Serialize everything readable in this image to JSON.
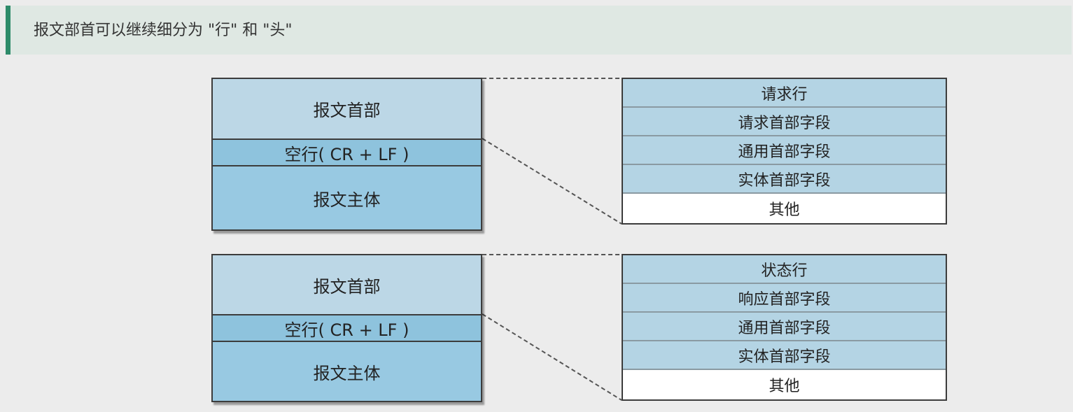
{
  "banner": {
    "title": "报文部首可以继续细分为 \"行\" 和 \"头\""
  },
  "request": {
    "message": {
      "header": "报文首部",
      "blank_line": "空行( CR + LF )",
      "body": "报文主体"
    },
    "fields": [
      "请求行",
      "请求首部字段",
      "通用首部字段",
      "实体首部字段",
      "其他"
    ]
  },
  "response": {
    "message": {
      "header": "报文首部",
      "blank_line": "空行( CR + LF )",
      "body": "报文主体"
    },
    "fields": [
      "状态行",
      "响应首部字段",
      "通用首部字段",
      "实体首部字段",
      "其他"
    ]
  },
  "colors": {
    "accent": "#2e8b6a",
    "header_fill": "#bcd7e6",
    "blank_fill": "#8ec3dd",
    "body_fill": "#98c9e2",
    "field_fill": "#b4d4e4"
  }
}
